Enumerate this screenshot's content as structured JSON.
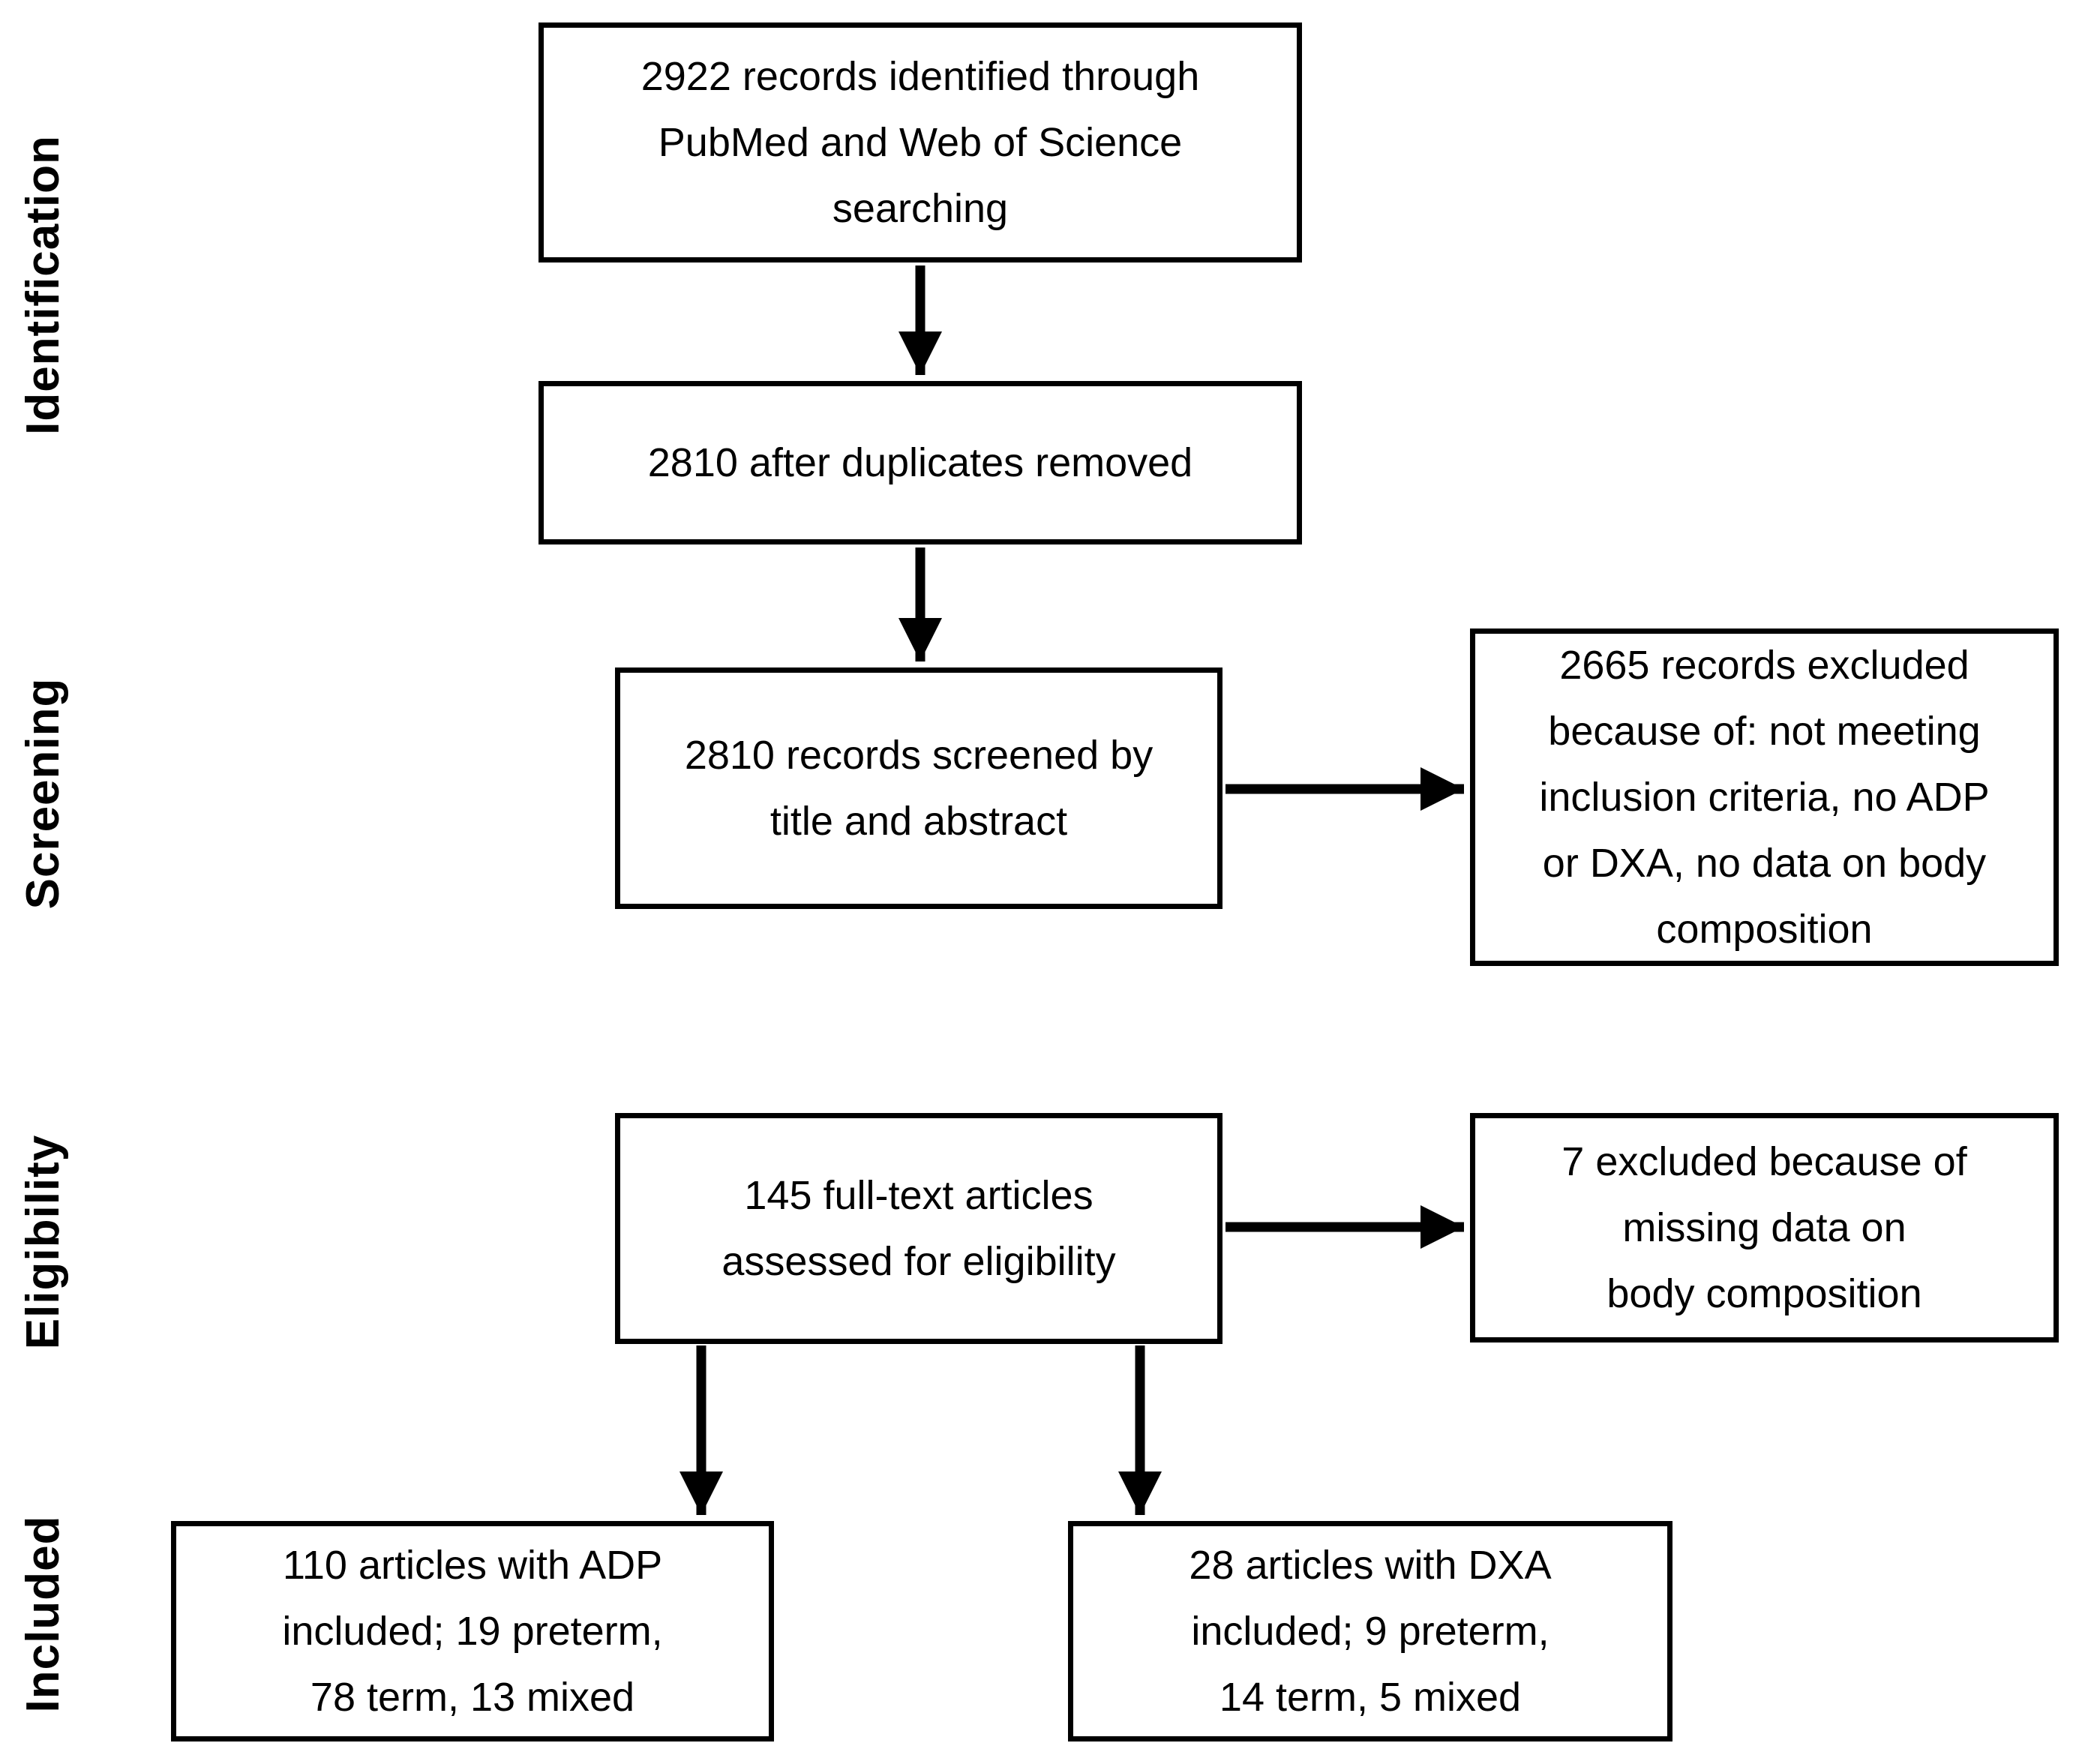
{
  "figure": {
    "type": "prisma-flow-diagram"
  },
  "colors": {
    "background": "#ffffff",
    "box_fill": "#ffffff",
    "box_border": "#000000",
    "text": "#000000",
    "arrow": "#000000"
  },
  "stages": [
    {
      "id": "identification",
      "label": "Identification"
    },
    {
      "id": "screening",
      "label": "Screening"
    },
    {
      "id": "eligibility",
      "label": "Eligibility"
    },
    {
      "id": "included",
      "label": "Included"
    }
  ],
  "boxes": {
    "identified": {
      "lines": [
        "2922 records identified through",
        "PubMed and Web of Science",
        "searching"
      ]
    },
    "deduplicated": {
      "lines": [
        "2810 after duplicates removed"
      ]
    },
    "screened": {
      "lines": [
        "2810 records screened by",
        "title and abstract"
      ]
    },
    "screening_excluded": {
      "lines": [
        "2665 records excluded",
        "because of: not meeting",
        "inclusion criteria, no ADP",
        "or DXA, no data on body",
        "composition"
      ]
    },
    "fulltext_assessed": {
      "lines": [
        "145 full-text articles",
        "assessed for eligibility"
      ]
    },
    "eligibility_excluded": {
      "lines": [
        "7 excluded because of",
        "missing data on",
        "body composition"
      ]
    },
    "included_adp": {
      "lines": [
        "110 articles with ADP",
        "included; 19 preterm,",
        "78 term, 13 mixed"
      ]
    },
    "included_dxa": {
      "lines": [
        "28 articles with DXA",
        "included; 9 preterm,",
        "14 term, 5 mixed"
      ]
    }
  }
}
